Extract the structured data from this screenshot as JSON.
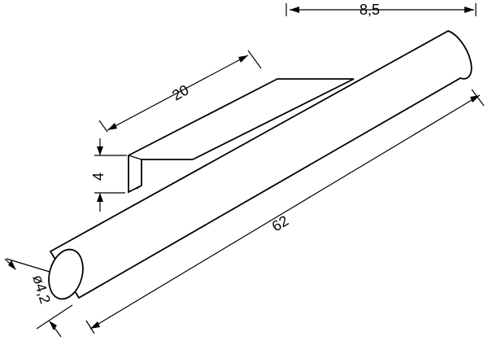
{
  "dimensions": {
    "width_depth": "8,5",
    "arm_length": "20",
    "arm_height": "4",
    "tube_length": "62",
    "tube_diameter": "ø4,2"
  }
}
